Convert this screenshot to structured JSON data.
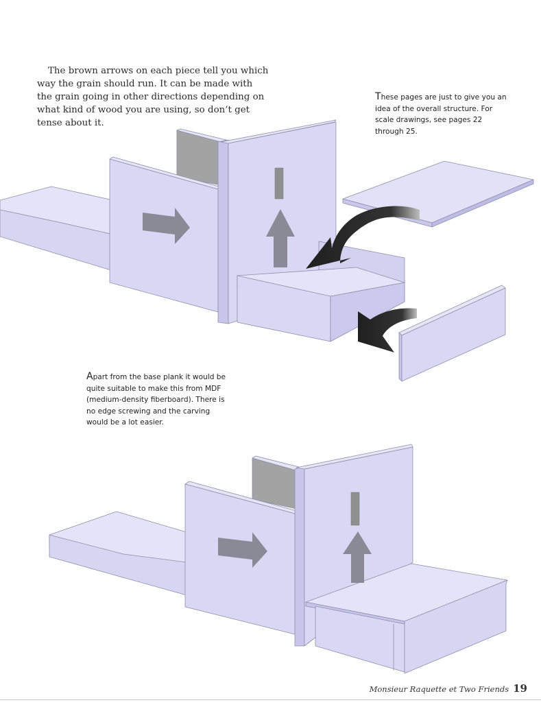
{
  "intro_paragraph": "The brown arrows on each piece tell you which way the grain should run. It can be made with the grain going in other directions depending on what kind of wood you are using, so don’t get tense about it.",
  "note_top": {
    "initial": "T",
    "rest": "hese pages are just to give you an idea of the overall structure. For scale drawings, see pages 22 through 25."
  },
  "note_mid": {
    "initial": "A",
    "rest": "part from the base plank it would be quite suitable to make this from MDF (medium-density fiberboard). There is no edge screwing and the carving would be a lot easier."
  },
  "footer": {
    "book_title": "Monsieur Raquette et Two Friends",
    "page_number": "19"
  },
  "colors": {
    "panel_face": "#d9d8f4",
    "panel_side": "#c9c8ec",
    "panel_top": "#e6e5f8",
    "slot": "#8f8f8f",
    "grain_arrow": "#8a8a96",
    "assembly_arrow": "#2b2b2b"
  }
}
